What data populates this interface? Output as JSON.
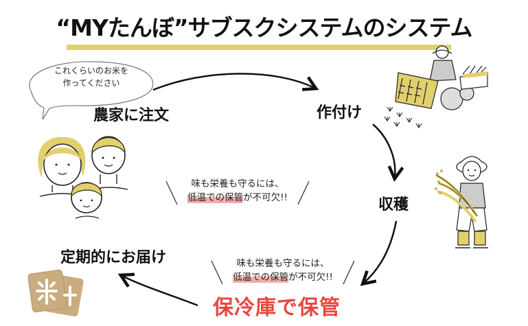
{
  "header": {
    "title": "“MYたんぼ”サブスクシステムのシステム",
    "accent_color": "#e2cf6e"
  },
  "speech_bubble": {
    "line1": "これくらいのお米を",
    "line2": "作ってください"
  },
  "steps": {
    "order": "農家に注文",
    "planting": "作付け",
    "harvest": "収穫",
    "storage": "保冷庫で保管",
    "delivery": "定期的にお届け"
  },
  "notes": [
    {
      "line1": "味も栄養も守るには、",
      "highlight": "低温での保管",
      "rest": "が不可欠!!"
    },
    {
      "line1": "味も栄養も守るには、",
      "highlight": "低温での保管",
      "rest": "が不可欠!!"
    }
  ],
  "colors": {
    "storage_red": "#e8453e",
    "highlight_pink": "#f5aaaa",
    "hair_yellow": "#e2cf6e",
    "rice_bag": "#c9ad80"
  },
  "illustrations": {
    "family": "family-icon",
    "planter": "rice-planter-icon",
    "farmer": "farmer-harvest-icon",
    "rice_bags": "rice-bag-icon"
  }
}
